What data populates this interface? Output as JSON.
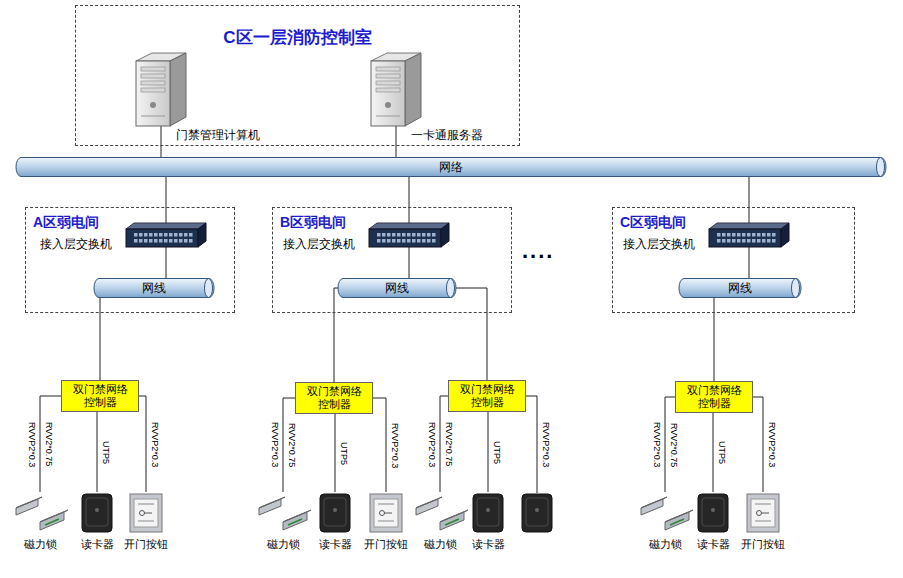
{
  "diagram": {
    "nodes": [
      {
        "text": [
          "C区一层消防控制室"
        ]
      },
      {
        "text": [
          "门禁管理计算机"
        ],
        "in": 0
      },
      {
        "text": [
          "一卡通服务器"
        ],
        "in": 0
      },
      {
        "text": [
          "网络"
        ]
      },
      {
        "text": [
          "A区弱电间"
        ]
      },
      {
        "text": [
          "接入层交换机"
        ],
        "in": 4
      },
      {
        "text": [
          "网线"
        ],
        "in": 4
      },
      {
        "text": [
          "B区弱电间"
        ]
      },
      {
        "text": [
          "接入层交换机"
        ],
        "in": 7
      },
      {
        "text": [
          "网线"
        ],
        "in": 7
      },
      {
        "text": [
          "C区弱电间"
        ]
      },
      {
        "text": [
          "接入层交换机"
        ],
        "in": 10
      },
      {
        "text": [
          "网线"
        ],
        "in": 10
      },
      {
        "text": [
          "双门禁网络控制器"
        ]
      },
      {
        "text": [
          "双门禁网络控制器"
        ]
      },
      {
        "text": [
          "双门禁网络控制器"
        ]
      },
      {
        "text": [
          "双门禁网络控制器"
        ]
      },
      {
        "text": [
          "磁力锁"
        ]
      },
      {
        "text": [
          "读卡器"
        ]
      },
      {
        "text": [
          "开门按钮"
        ]
      },
      {
        "text": [
          "磁力锁"
        ]
      },
      {
        "text": [
          "读卡器"
        ]
      },
      {
        "text": [
          "开门按钮"
        ]
      },
      {
        "text": [
          "磁力锁"
        ]
      },
      {
        "text": [
          "读卡器"
        ]
      },
      {
        "text": [
          "磁力锁"
        ]
      },
      {
        "text": [
          "读卡器"
        ]
      },
      {
        "text": [
          "开门按钮"
        ]
      }
    ],
    "edges": [
      {
        "from": 1,
        "to": 3,
        "arrow": "none"
      },
      {
        "from": 2,
        "to": 3,
        "arrow": "none"
      },
      {
        "from": 3,
        "to": 5,
        "arrow": "none"
      },
      {
        "from": 3,
        "to": 8,
        "arrow": "none"
      },
      {
        "from": 3,
        "to": 11,
        "arrow": "none"
      },
      {
        "from": 5,
        "to": 6,
        "arrow": "none"
      },
      {
        "from": 8,
        "to": 9,
        "arrow": "none"
      },
      {
        "from": 11,
        "to": 12,
        "arrow": "none"
      },
      {
        "from": 6,
        "to": 13,
        "arrow": "none"
      },
      {
        "from": 9,
        "to": 14,
        "arrow": "none"
      },
      {
        "from": 9,
        "to": 15,
        "arrow": "none"
      },
      {
        "from": 12,
        "to": 16,
        "arrow": "none"
      },
      {
        "from": 13,
        "to": 17,
        "arrow": "none",
        "label": "RVV2*0.75"
      },
      {
        "from": 13,
        "to": 18,
        "arrow": "none",
        "label": "UTP5"
      },
      {
        "from": 13,
        "to": 19,
        "arrow": "none",
        "label": "RVVP2*0.3"
      },
      {
        "from": 14,
        "to": 20,
        "arrow": "none",
        "label": "RVV2*0.75"
      },
      {
        "from": 14,
        "to": 21,
        "arrow": "none",
        "label": "UTP5"
      },
      {
        "from": 14,
        "to": 22,
        "arrow": "none",
        "label": "RVVP2*0.3"
      },
      {
        "from": 15,
        "to": 23,
        "arrow": "none",
        "label": "RVV2*0.75"
      },
      {
        "from": 15,
        "to": 24,
        "arrow": "none",
        "label": "UTP5"
      },
      {
        "from": 16,
        "to": 25,
        "arrow": "none",
        "label": "RVV2*0.75"
      },
      {
        "from": 16,
        "to": 26,
        "arrow": "none",
        "label": "UTP5"
      },
      {
        "from": 16,
        "to": 27,
        "arrow": "none",
        "label": "RVVP2*0.3"
      }
    ],
    "labels": [
      "....",
      "RVVP2*0.3",
      "RVVP2*0.3",
      "RVVP2*0.3",
      "RVVP2*0.3",
      "RVVP2*0.3"
    ]
  }
}
